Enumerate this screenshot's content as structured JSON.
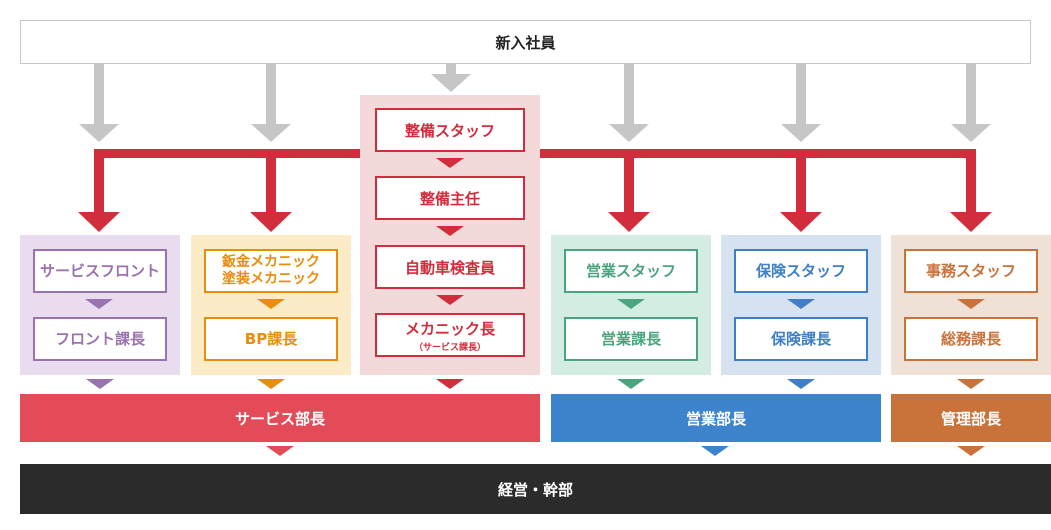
{
  "header": {
    "new_employee": "新入社員"
  },
  "center_column": {
    "step1": "整備スタッフ",
    "step2": "整備主任",
    "step3": "自動車検査員",
    "step4_main": "メカニック長",
    "step4_sub": "（サービス課長）"
  },
  "columns": [
    {
      "top": "サービスフロント",
      "bottom": "フロント課長",
      "color": "#9b72b0",
      "bg": "#e8dcee"
    },
    {
      "top_line1": "鈑金メカニック",
      "top_line2": "塗装メカニック",
      "bottom": "BP課長",
      "color": "#ea8c0c",
      "bg": "#fcebc7"
    },
    {
      "top": "営業スタッフ",
      "bottom": "営業課長",
      "color": "#4aa47e",
      "bg": "#d4ede3"
    },
    {
      "top": "保険スタッフ",
      "bottom": "保険課長",
      "color": "#3f7fc7",
      "bg": "#d6e2f0"
    },
    {
      "top": "事務スタッフ",
      "bottom": "総務課長",
      "color": "#c9733b",
      "bg": "#efe1d6"
    }
  ],
  "departments": {
    "service": "サービス部長",
    "sales": "営業部長",
    "admin": "管理部長"
  },
  "footer": {
    "executive": "経営・幹部"
  },
  "colors": {
    "red": "#d22d3c",
    "service_band": "#e24b57",
    "sales_band": "#3d84cd",
    "admin_band": "#c9733b",
    "footer": "#2b2b2b",
    "gray_arrow": "#c6c6c6"
  }
}
